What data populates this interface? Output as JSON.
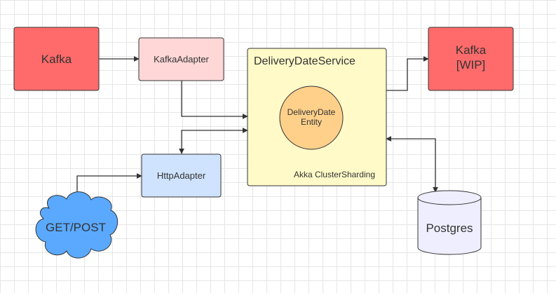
{
  "nodes": {
    "kafka_source": {
      "label": "Kafka",
      "fill": "#ff6b6b"
    },
    "kafka_adapter": {
      "label": "KafkaAdapter",
      "fill": "#ffd7d7"
    },
    "delivery_date_service": {
      "title": "DeliveryDateService",
      "footer": "Akka ClusterSharding",
      "fill": "#fffac8"
    },
    "delivery_date_entity": {
      "line1": "DeliveryDate",
      "line2": "Entity",
      "fill": "#ffd08a"
    },
    "kafka_sink": {
      "line1": "Kafka",
      "line2": "[WIP]",
      "fill": "#ff6b6b"
    },
    "http_adapter": {
      "label": "HttpAdapter",
      "fill": "#cfe3ff"
    },
    "get_post_cloud": {
      "label": "GET/POST",
      "fill": "#5aa9ff"
    },
    "postgres_db": {
      "label": "Postgres",
      "fill": "#eeeeff"
    }
  },
  "colors": {
    "stroke": "#333333",
    "connector": "#333333"
  }
}
